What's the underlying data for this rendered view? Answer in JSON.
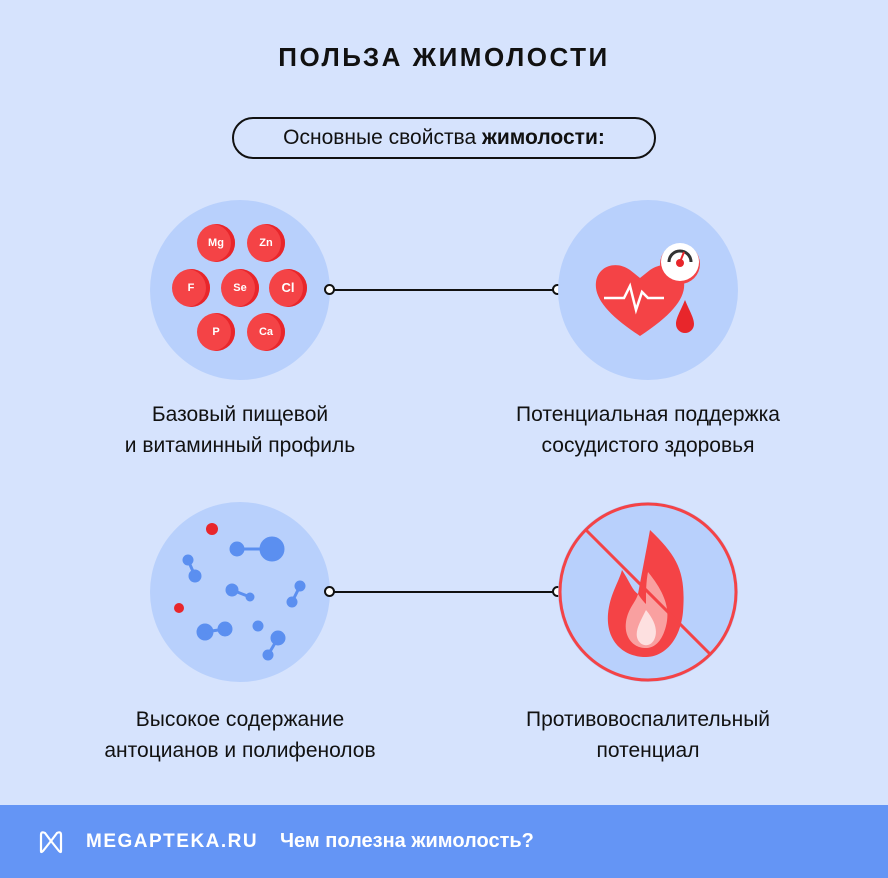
{
  "title": "ПОЛЬЗА ЖИМОЛОСТИ",
  "subtitle": {
    "regular": "Основные свойства ",
    "bold": "жимолости:"
  },
  "elements": [
    "Mg",
    "Zn",
    "F",
    "Se",
    "Cl",
    "P",
    "Ca"
  ],
  "features": [
    {
      "line1": "Базовый пищевой",
      "line2": "и витаминный профиль"
    },
    {
      "line1": "Потенциальная поддержка",
      "line2": "сосудистого здоровья"
    },
    {
      "line1": "Высокое содержание",
      "line2": "антоцианов и полифенолов"
    },
    {
      "line1": "Противовоспалительный",
      "line2": "потенциал"
    }
  ],
  "footer": {
    "brand": "MEGAPTEKA.RU",
    "caption": "Чем полезна жимолость?"
  },
  "colors": {
    "background": "#d6e3fd",
    "circle": "#b8d0fc",
    "accent": "#f44346",
    "footer": "#6495f5",
    "molecule": "#5b8ff0"
  }
}
